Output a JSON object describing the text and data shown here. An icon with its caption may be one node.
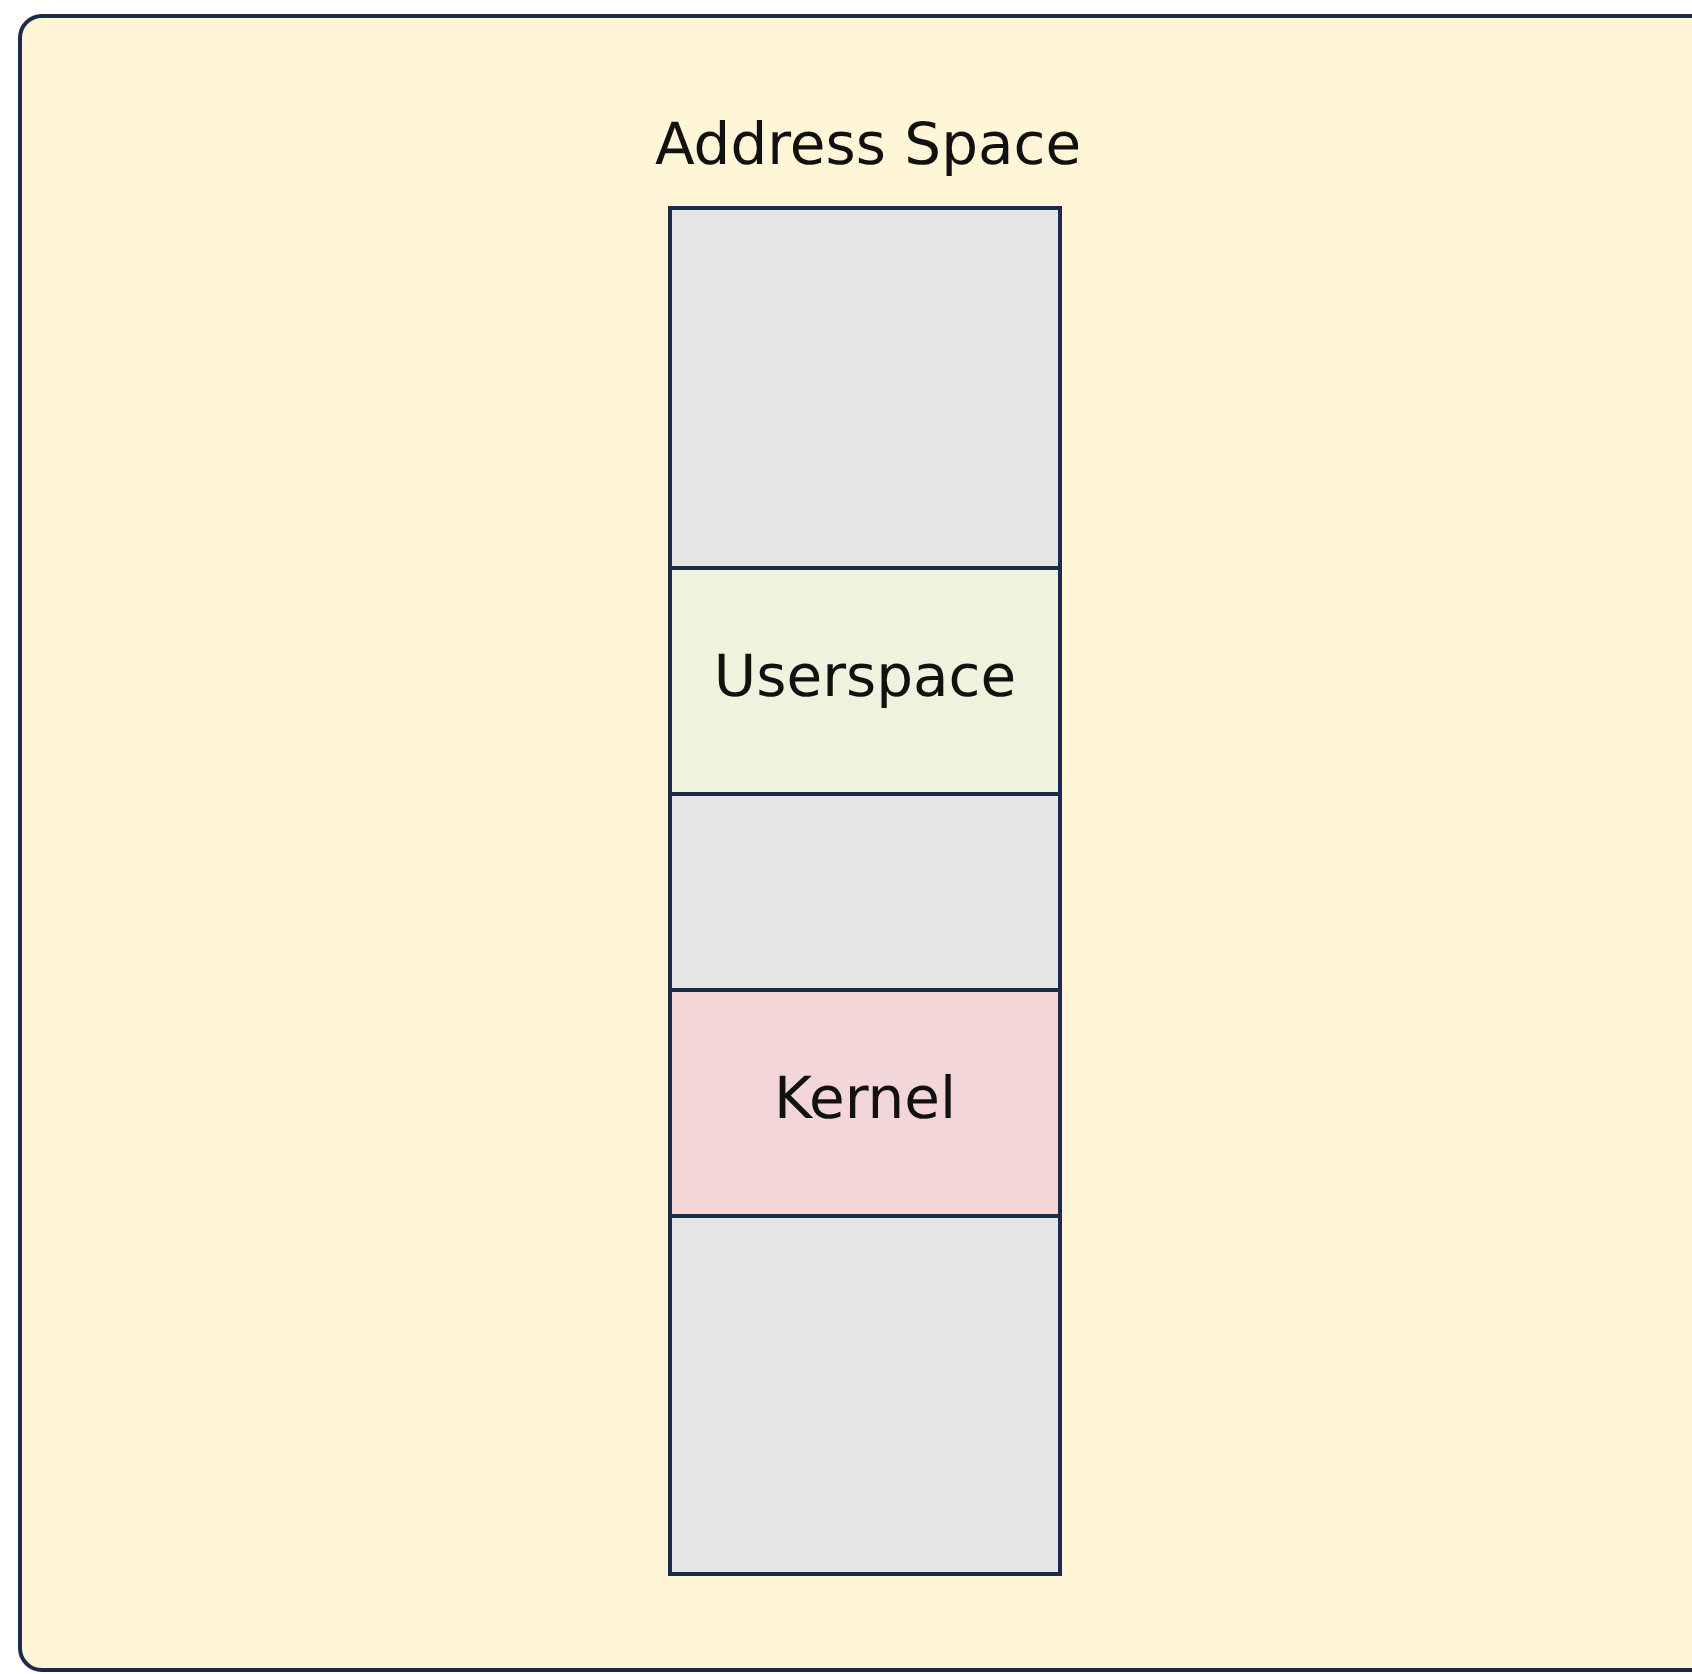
{
  "diagram": {
    "nodes": [
      {
        "text": [
          "Address Space"
        ]
      },
      {
        "text": [],
        "shape": "box",
        "in": 0
      },
      {
        "text": [
          "Userspace"
        ],
        "in": 1
      },
      {
        "text": [
          "Kernel"
        ],
        "in": 1
      }
    ]
  }
}
